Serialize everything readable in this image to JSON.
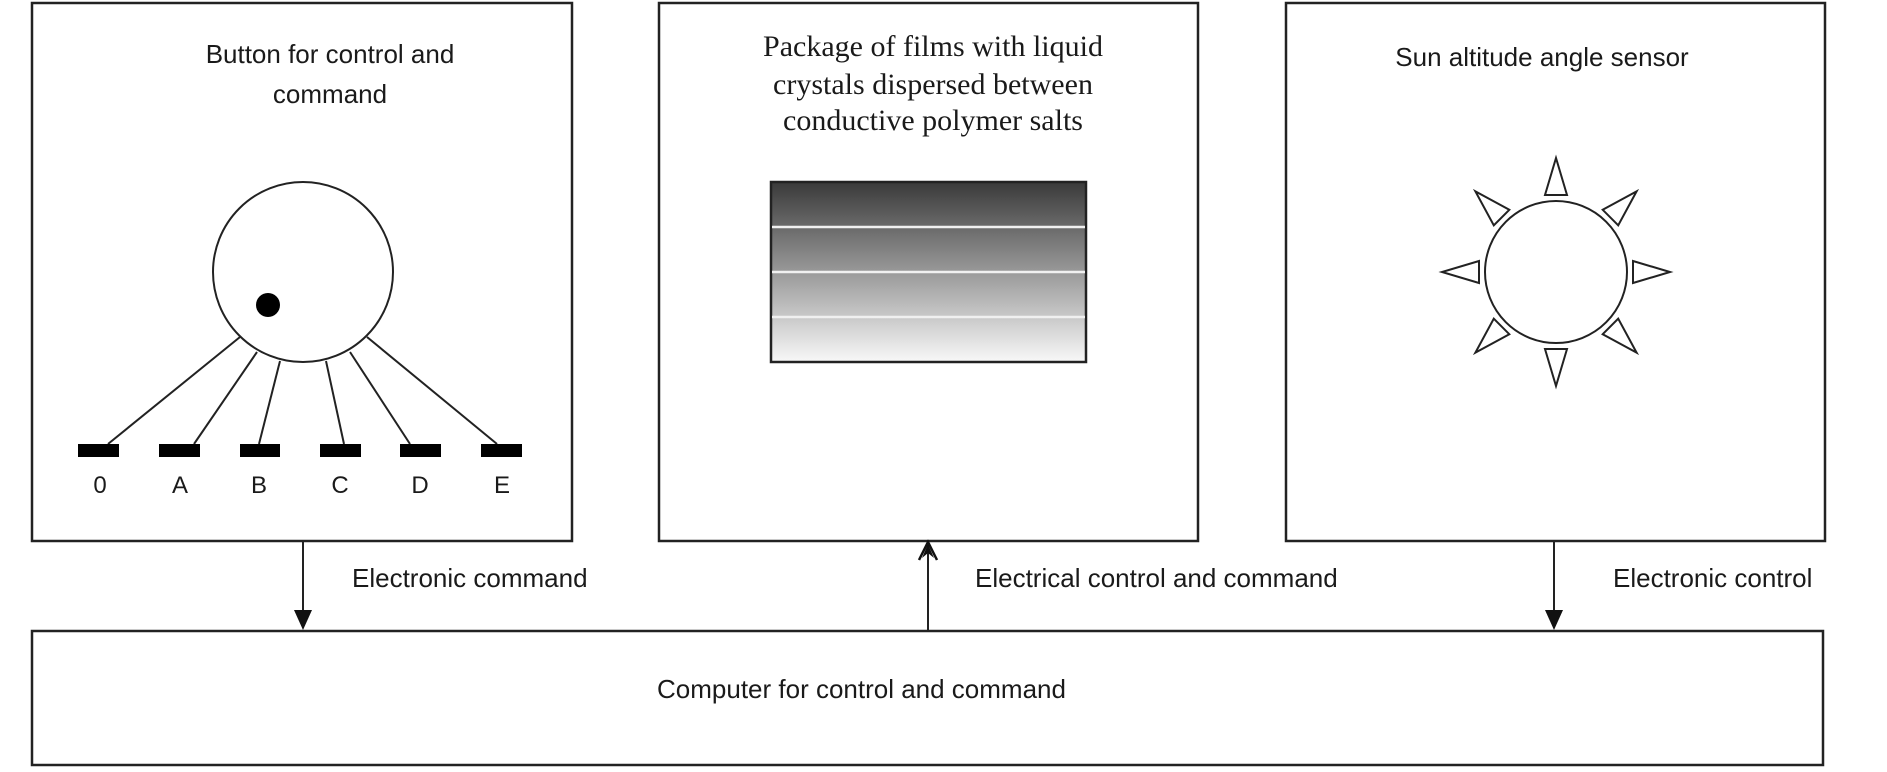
{
  "diagram": {
    "blocks": {
      "button": {
        "title_lines": [
          "Button for control and",
          "command"
        ],
        "positions": [
          "0",
          "A",
          "B",
          "C",
          "D",
          "E"
        ]
      },
      "films": {
        "title_lines": [
          "Package of films with liquid",
          "crystals dispersed between",
          "conductive polymer salts"
        ],
        "layer_count": 4
      },
      "sensor": {
        "title_lines": [
          "Sun altitude angle sensor"
        ],
        "ray_count": 8
      },
      "computer": {
        "title": "Computer for control and command"
      }
    },
    "connections": [
      {
        "from": "button",
        "to": "computer",
        "direction": "down",
        "label": "Electronic command"
      },
      {
        "from": "computer",
        "to": "films",
        "direction": "up",
        "label": "Electrical control and command"
      },
      {
        "from": "sensor",
        "to": "computer",
        "direction": "down",
        "label": "Electronic control"
      }
    ],
    "colors": {
      "stroke": "#222222",
      "film_gradient_top": "#3a3a3a",
      "film_gradient_bottom": "#f8f8f8",
      "film_separator": "#f0f0f0"
    }
  }
}
